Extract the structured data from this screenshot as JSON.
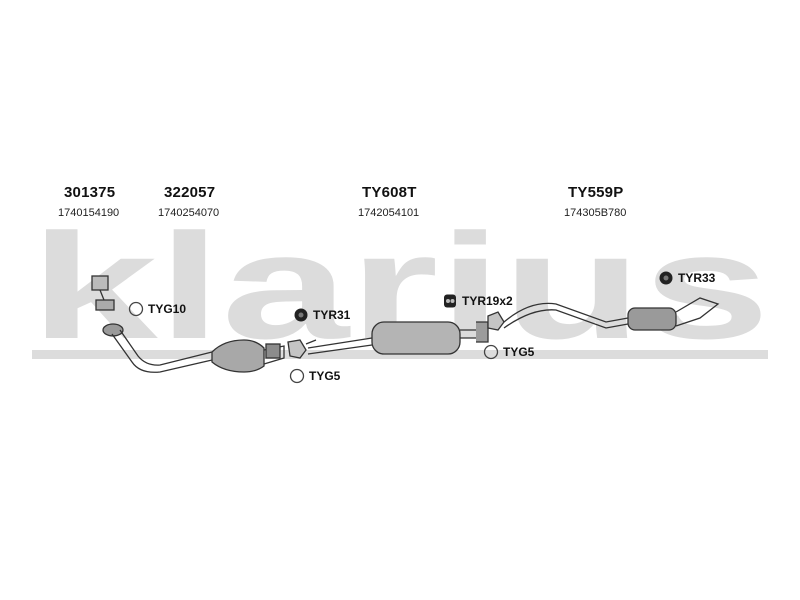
{
  "watermark": {
    "text": "klarius",
    "color": "#dcdcdc"
  },
  "parts": [
    {
      "part_number": "301375",
      "oem_number": "1740154190"
    },
    {
      "part_number": "322057",
      "oem_number": "1740254070"
    },
    {
      "part_number": "TY608T",
      "oem_number": "1742054101"
    },
    {
      "part_number": "TY559P",
      "oem_number": "174305B780"
    }
  ],
  "accessories": [
    {
      "code": "TYG10",
      "icon": "ring-gasket-icon"
    },
    {
      "code": "TYR31",
      "icon": "rubber-mount-icon"
    },
    {
      "code": "TYR19x2",
      "icon": "rubber-hanger-icon"
    },
    {
      "code": "TYG5",
      "icon": "ring-gasket-icon"
    },
    {
      "code": "TYG5",
      "icon": "ring-gasket-icon"
    },
    {
      "code": "TYR33",
      "icon": "rubber-mount-icon"
    }
  ]
}
